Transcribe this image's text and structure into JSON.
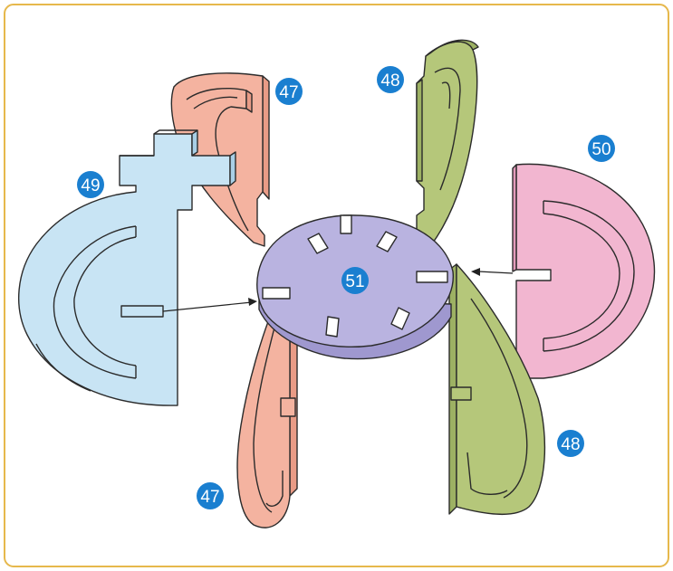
{
  "frame": {
    "border_color": "#e6b84c",
    "background": "#ffffff"
  },
  "colors": {
    "salmon": "#f4b3a0",
    "olive": "#b5c77a",
    "pink": "#f2b6d0",
    "blue": "#c8e4f4",
    "lavender": "#b9b3e0",
    "badge": "#1a7fd0",
    "outline": "#2b2b2b"
  },
  "badges": {
    "p47_top": "47",
    "p47_bottom": "47",
    "p48_top": "48",
    "p48_bottom": "48",
    "p49": "49",
    "p50": "50",
    "p51": "51"
  }
}
